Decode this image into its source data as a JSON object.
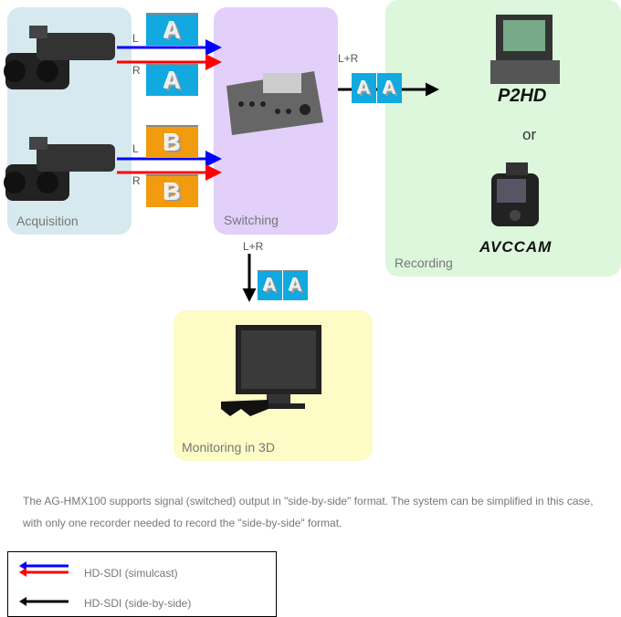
{
  "zones": {
    "acquisition": "Acquisition",
    "switching": "Switching",
    "recording": "Recording",
    "monitoring": "Monitoring in 3D"
  },
  "signals": {
    "left": "L",
    "right": "R",
    "combined": "L+R"
  },
  "tiles": {
    "a": "A",
    "b": "B"
  },
  "recording": {
    "logo_top": "P2HD",
    "or": "or",
    "logo_bottom": "AVCCAM"
  },
  "description": "The AG-HMX100 supports signal (switched) output in \"side-by-side\" format. The system can be simplified in this case, with only one recorder needed to record the \"side-by-side\" format.",
  "legend": {
    "simulcast": "HD-SDI (simulcast)",
    "side_by_side": "HD-SDI (side-by-side)"
  },
  "colors": {
    "left": "#0000ff",
    "right": "#ff0000",
    "combined": "#000000"
  }
}
